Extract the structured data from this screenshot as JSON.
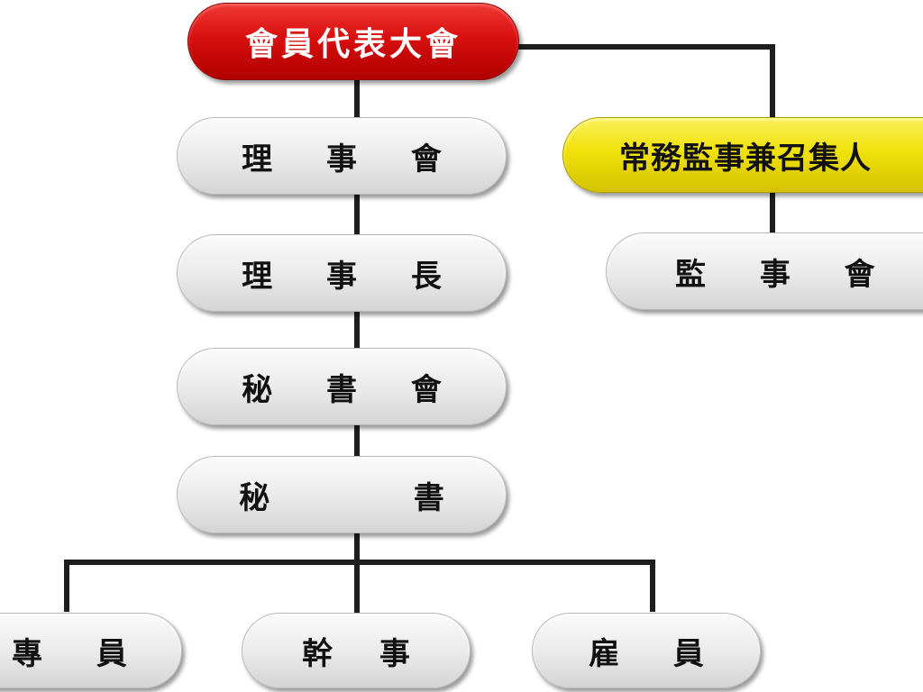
{
  "nodes": {
    "assembly": {
      "label": "會員代表大會",
      "color": "#d80f0f"
    },
    "board_of_directors": {
      "label": "理 事 會"
    },
    "supervisor_convener": {
      "label": "常務監事兼召集人",
      "color": "#f1e10a"
    },
    "board_of_supervisors": {
      "label": "監 事 會"
    },
    "chairman": {
      "label": "理 事 長"
    },
    "secretariat": {
      "label": "秘 書 會"
    },
    "secretary": {
      "label": "秘 書"
    },
    "specialist": {
      "label": "專 員"
    },
    "officer": {
      "label": "幹 事"
    },
    "employee": {
      "label": "雇 員"
    }
  }
}
